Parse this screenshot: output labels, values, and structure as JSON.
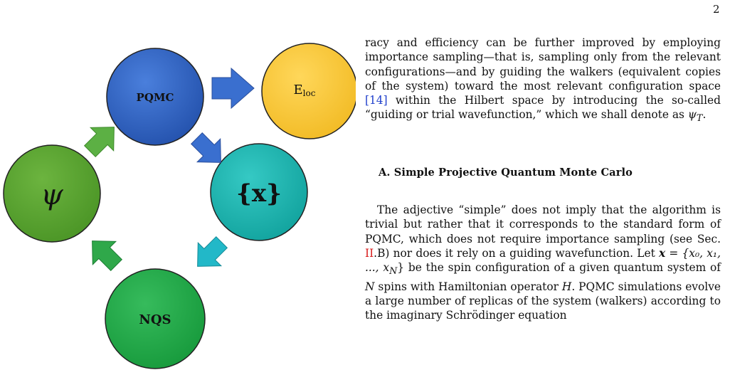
{
  "page_number": "2",
  "figure": {
    "nodes": {
      "pqmc": "PQMC",
      "eloc_main": "E",
      "eloc_sub": "loc",
      "configs": "{x}",
      "nqs": "NQS",
      "psi": "ψ"
    },
    "colors": {
      "pqmc": "#2f5fbf",
      "eloc": "#f7c63a",
      "configs": "#1fb5b0",
      "nqs": "#22a84a",
      "psi": "#5aa531",
      "arrow_blue": "#3a6fcf",
      "arrow_cyan": "#22b8c8",
      "arrow_green": "#2fa84a"
    }
  },
  "text": {
    "para1_a": "racy and efficiency can be further improved by employing importance sampling—that is, sampling only from the relevant configurations—and by guiding the walkers (equivalent copies of the system) toward the most relevant configuration space ",
    "para1_cite": "[14]",
    "para1_b": " within the Hilbert space by introducing the so-called “guiding or trial wavefunction,” which we shall denote as ",
    "para1_math": "ψ",
    "para1_math_sub": "T",
    "para1_end": ".",
    "section_heading": "A.   Simple Projective Quantum Monte Carlo",
    "para2_a": "The adjective “simple” does not imply that the algorithm is trivial but rather that it corresponds to the standard form of PQMC, which does not require importance sampling (see Sec. ",
    "para2_ref": "II",
    "para2_b": ".B) nor does it rely on a guiding wavefunction. Let ",
    "para2_math_x": "x",
    "para2_eq": " = {x₀, x₁, ..., x",
    "para2_eq_sub": "N",
    "para2_eq_end": "}",
    "para2_c": " be the spin configuration of a given quantum system of ",
    "para2_N": "N",
    "para2_d": " spins with Hamiltonian operator ",
    "para2_H": "H",
    "para2_e": ".  PQMC simulations evolve a large number of replicas of the system (walkers) according to the imaginary Schrödinger equation"
  }
}
